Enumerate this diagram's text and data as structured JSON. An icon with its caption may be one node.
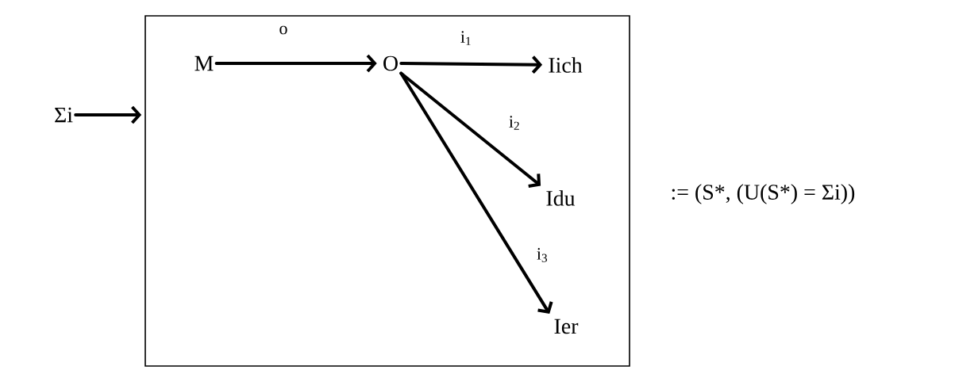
{
  "diagram": {
    "nodes": [
      {
        "text": [],
        "shape": "box"
      },
      {
        "text": [
          "Σi"
        ]
      },
      {
        "text": [
          "M"
        ],
        "in": 0
      },
      {
        "text": [
          "O"
        ],
        "in": 0
      },
      {
        "text": [
          "Iich"
        ],
        "in": 0
      },
      {
        "text": [
          "Idu"
        ],
        "in": 0
      },
      {
        "text": [
          "Ier"
        ],
        "in": 0
      }
    ],
    "edges": [
      {
        "from": 1,
        "to": 0,
        "arrow": "to"
      },
      {
        "from": 2,
        "to": 3,
        "arrow": "to",
        "label": "o"
      },
      {
        "from": 3,
        "to": 4,
        "arrow": "to",
        "label": "i$_{1}$"
      },
      {
        "from": 3,
        "to": 5,
        "arrow": "to",
        "label": "i$_{2}$"
      },
      {
        "from": 3,
        "to": 6,
        "arrow": "to",
        "label": "i$_{3}$"
      }
    ],
    "labels": [
      ":= (S*, (U(S*) = Σi))"
    ]
  }
}
